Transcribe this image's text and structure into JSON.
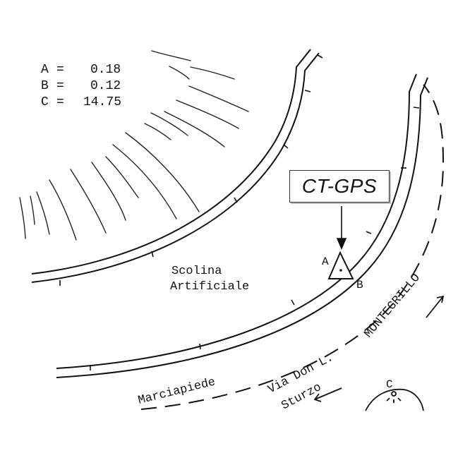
{
  "legend": {
    "rows": [
      {
        "key": "A",
        "value": "0.18"
      },
      {
        "key": "B",
        "value": "0.12"
      },
      {
        "key": "C",
        "value": "14.75"
      }
    ]
  },
  "callout": {
    "text": "CT-GPS"
  },
  "labels": {
    "scolina_line1": "Scolina",
    "scolina_line2": "Artificiale",
    "marciapiede": "Marciapiede",
    "via_line1": "Via Don L.",
    "via_line2": "Sturzo",
    "montegrillo": "MONTEGRILLO"
  },
  "points": {
    "a": "A",
    "b": "B",
    "c": "C"
  },
  "colors": {
    "ink": "#111111",
    "background": "#ffffff"
  }
}
